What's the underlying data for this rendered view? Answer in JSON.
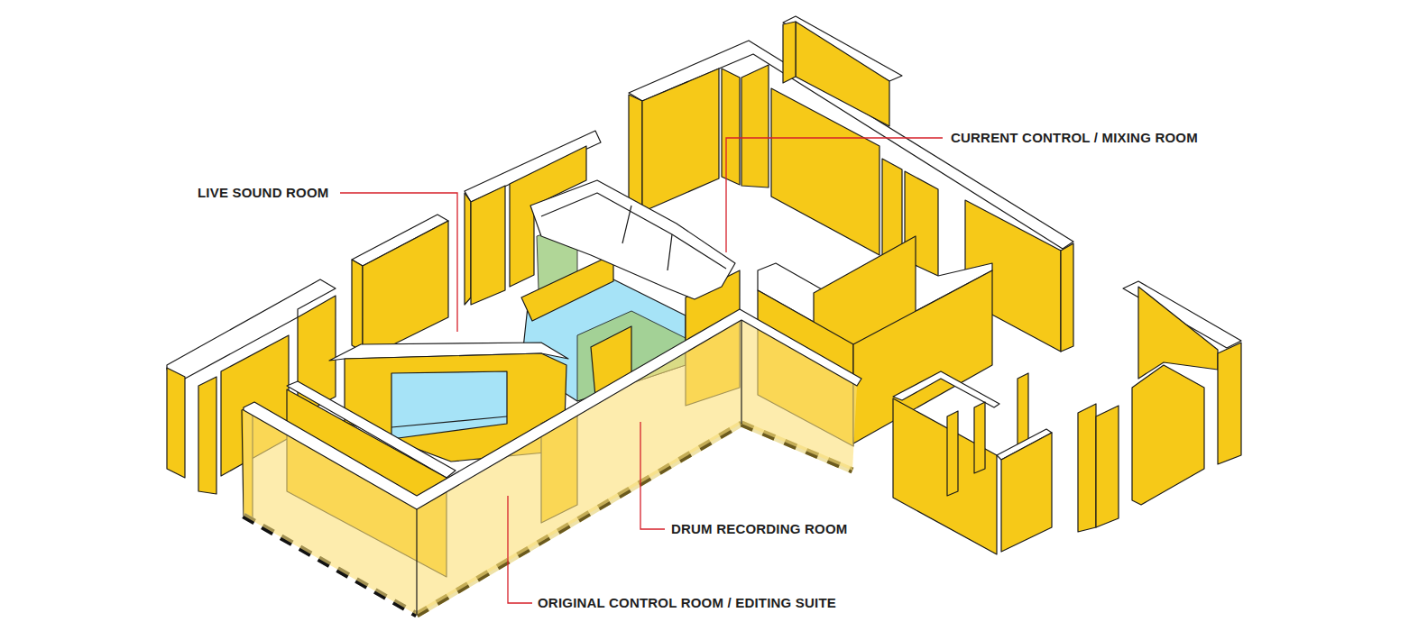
{
  "diagram": {
    "labels": [
      "CURRENT CONTROL / MIXING ROOM",
      "LIVE SOUND ROOM",
      "DRUM RECORDING ROOM",
      "ORIGINAL CONTROL ROOM / EDITING SUITE"
    ]
  }
}
